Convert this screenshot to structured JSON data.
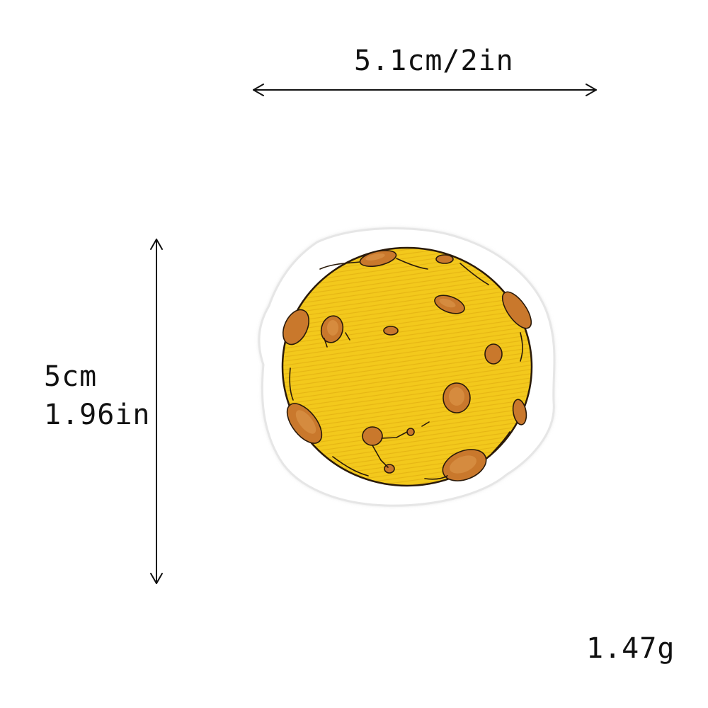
{
  "dimensions": {
    "width_label": "5.1cm/2in",
    "height_label_cm": "5cm",
    "height_label_in": "1.96in"
  },
  "weight": "1.47g",
  "product": {
    "image_name": "moon-patch-image",
    "colors": {
      "fabric": "#f3c91c",
      "fabric_shade": "#e9b713",
      "crater_fill": "#c9782c",
      "crater_highlight": "#d99044",
      "outline": "#2a1a0a",
      "border": "#ffffff",
      "border_shadow": "#d9d9d9"
    }
  }
}
